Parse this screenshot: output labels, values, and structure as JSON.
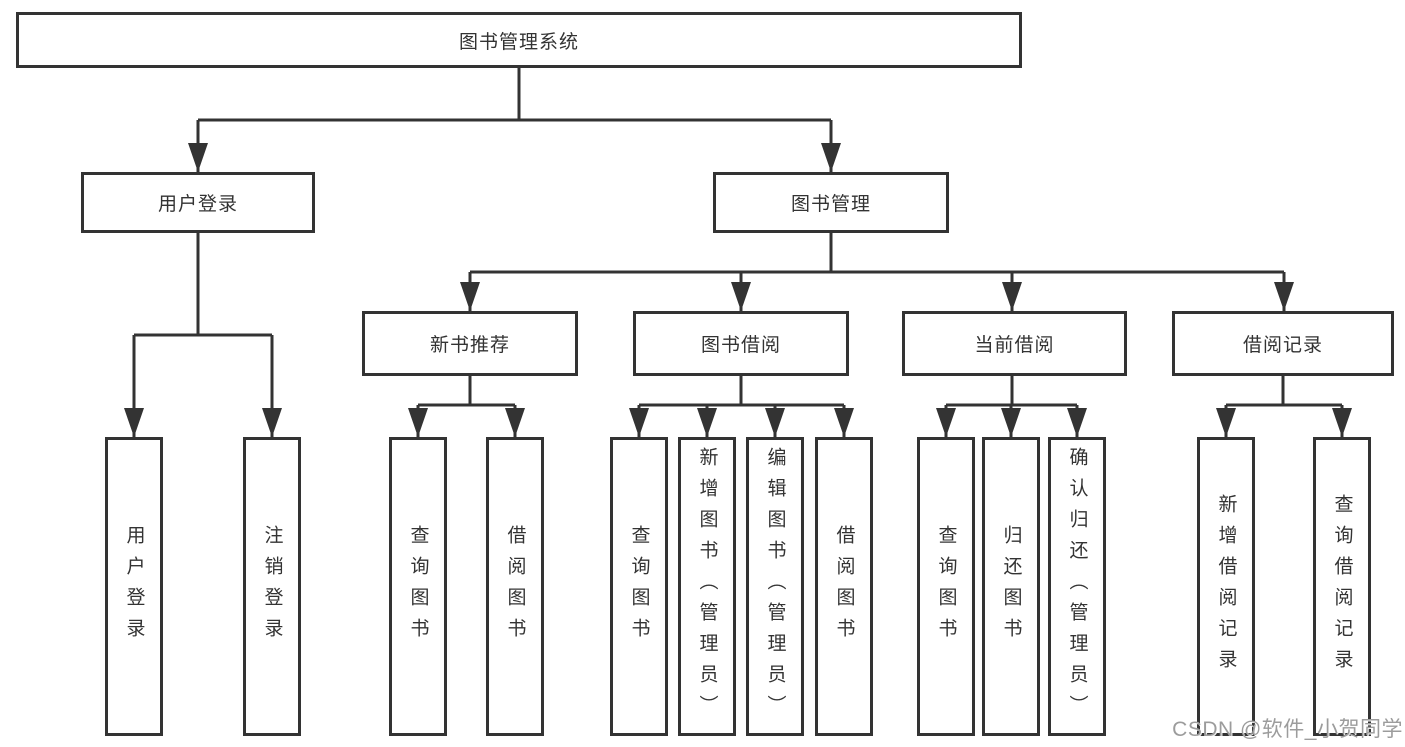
{
  "page": {
    "background": "#ffffff"
  },
  "colors": {
    "line": "#333333",
    "box_border": "#333333",
    "box_background": "#ffffff",
    "label_text": "#333333",
    "watermark_text": "#9c9c9c"
  },
  "watermark": "CSDN @软件_小贺同学",
  "tree": {
    "label": "图书管理系统",
    "children": [
      {
        "label": "用户登录",
        "children": [
          {
            "label": "用户登录"
          },
          {
            "label": "注销登录"
          }
        ]
      },
      {
        "label": "图书管理",
        "children": [
          {
            "label": "新书推荐",
            "children": [
              {
                "label": "查询图书"
              },
              {
                "label": "借阅图书"
              }
            ]
          },
          {
            "label": "图书借阅",
            "children": [
              {
                "label": "查询图书"
              },
              {
                "label": "新增图书（管理员）"
              },
              {
                "label": "编辑图书（管理员）"
              },
              {
                "label": "借阅图书"
              }
            ]
          },
          {
            "label": "当前借阅",
            "children": [
              {
                "label": "查询图书"
              },
              {
                "label": "归还图书"
              },
              {
                "label": "确认归还（管理员）"
              }
            ]
          },
          {
            "label": "借阅记录",
            "children": [
              {
                "label": "新增借阅记录"
              },
              {
                "label": "查询借阅记录"
              }
            ]
          }
        ]
      }
    ]
  }
}
